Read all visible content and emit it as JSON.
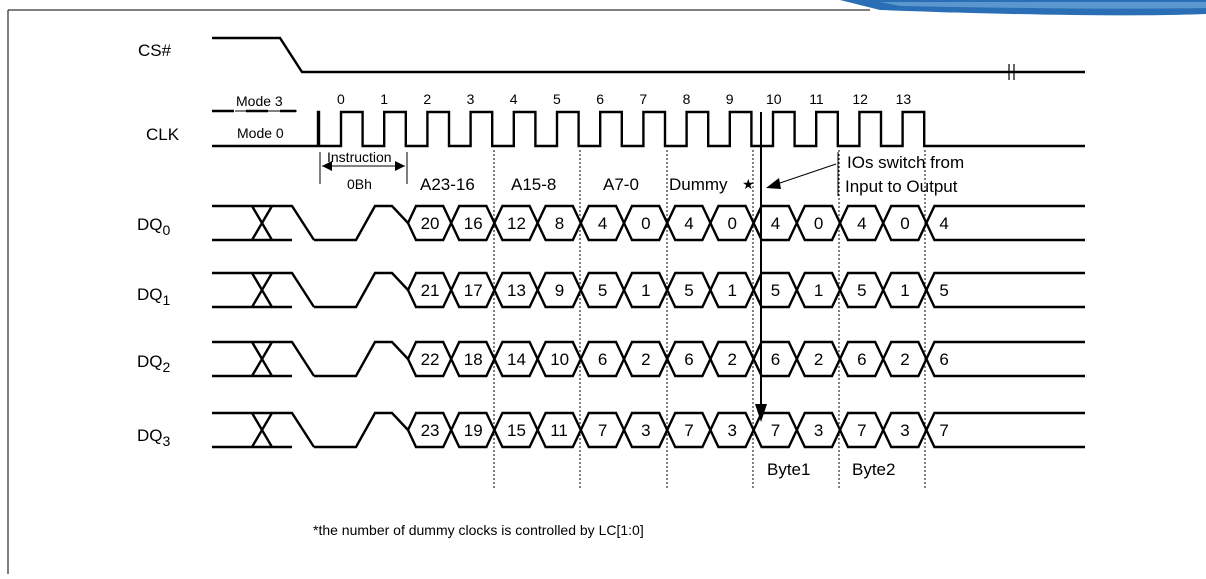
{
  "signals": {
    "cs": "CS#",
    "clk": "CLK",
    "mode3": "Mode 3",
    "mode0": "Mode 0",
    "dq": [
      {
        "base": "DQ",
        "sub": "0"
      },
      {
        "base": "DQ",
        "sub": "1"
      },
      {
        "base": "DQ",
        "sub": "2"
      },
      {
        "base": "DQ",
        "sub": "3"
      }
    ]
  },
  "clock_numbers": [
    "0",
    "1",
    "2",
    "3",
    "4",
    "5",
    "6",
    "7",
    "8",
    "9",
    "10",
    "11",
    "12",
    "13"
  ],
  "segments": {
    "instruction": "Instruction",
    "opcode": "0Bh",
    "a23_16": "A23-16",
    "a15_8": "A15-8",
    "a7_0": "A7-0",
    "dummy": "Dummy",
    "dummy_star": "★",
    "byte1": "Byte1",
    "byte2": "Byte2"
  },
  "switch_note": {
    "line1": "IOs switch from",
    "line2": "Input to Output"
  },
  "bus_values": [
    [
      "20",
      "16",
      "12",
      "8",
      "4",
      "0",
      "4",
      "0",
      "4",
      "0",
      "4",
      "0",
      "4"
    ],
    [
      "21",
      "17",
      "13",
      "9",
      "5",
      "1",
      "5",
      "1",
      "5",
      "1",
      "5",
      "1",
      "5"
    ],
    [
      "22",
      "18",
      "14",
      "10",
      "6",
      "2",
      "6",
      "2",
      "6",
      "2",
      "6",
      "2",
      "6"
    ],
    [
      "23",
      "19",
      "15",
      "11",
      "7",
      "3",
      "7",
      "3",
      "7",
      "3",
      "7",
      "3",
      "7"
    ]
  ],
  "footnote": "*the number of dummy clocks is controlled by LC[1:0]",
  "colors": {
    "line": "#000000",
    "bg": "#ffffff",
    "corner_accent": "#2a6fb5"
  }
}
